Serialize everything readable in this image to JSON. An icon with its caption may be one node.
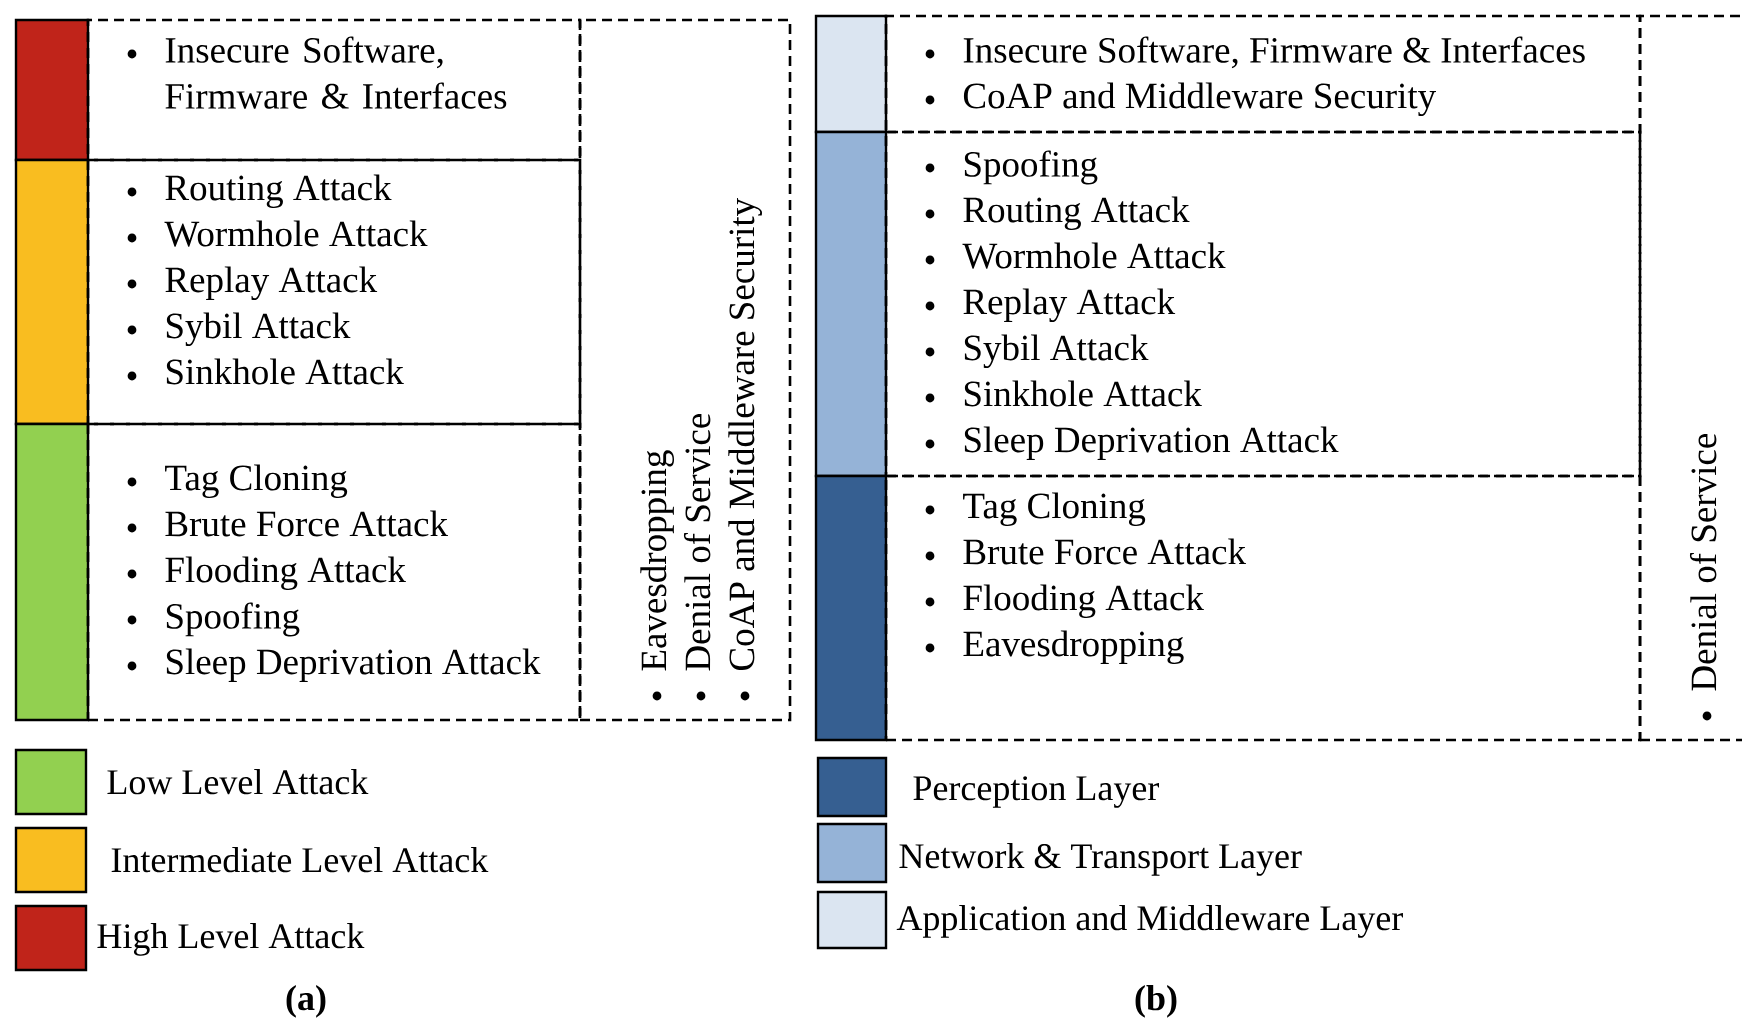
{
  "diagram": {
    "nodes": [
      {
        "text": [],
        "shape": "bar"
      },
      {
        "text": [
          "Insecure Software, Firmware & Interfaces"
        ]
      },
      {
        "text": [],
        "shape": "bar"
      },
      {
        "text": [
          "Routing Attack",
          "Wormhole Attack",
          "Replay Attack",
          "Sybil Attack",
          "Sinkhole Attack"
        ]
      },
      {
        "text": [],
        "shape": "bar"
      },
      {
        "text": [
          "Tag Cloning",
          "Brute Force Attack",
          "Flooding Attack",
          "Spoofing",
          "Sleep Deprivation Attack"
        ]
      },
      {
        "text": [
          "Eavesdropping",
          "Denial of Service",
          "CoAP and Middleware Security"
        ]
      },
      {
        "text": [],
        "shape": "bar"
      },
      {
        "text": [
          "Insecure Software, Firmware & Interfaces",
          "CoAP and Middleware Security"
        ]
      },
      {
        "text": [],
        "shape": "bar"
      },
      {
        "text": [
          "Spoofing",
          "Routing Attack",
          "Wormhole Attack",
          "Replay Attack",
          "Sybil Attack",
          "Sinkhole Attack",
          "Sleep Deprivation Attack"
        ]
      },
      {
        "text": [],
        "shape": "bar"
      },
      {
        "text": [
          "Tag Cloning",
          "Brute Force Attack",
          "Flooding Attack",
          "Eavesdropping"
        ]
      },
      {
        "text": [
          "Denial of Service"
        ]
      }
    ],
    "labels": [
      "(a)",
      "(b)"
    ],
    "legend": [
      {
        "text": "Low Level Attack",
        "color": "#92d050"
      },
      {
        "text": "Intermediate Level Attack",
        "color": "#f9bd20"
      },
      {
        "text": "High Level Attack",
        "color": "#c0241a"
      },
      {
        "text": "Perception Layer",
        "color": "#365f91"
      },
      {
        "text": "Network & Transport Layer",
        "color": "#95b3d7"
      },
      {
        "text": "Application and Middleware Layer",
        "color": "#dbe5f1"
      }
    ]
  }
}
